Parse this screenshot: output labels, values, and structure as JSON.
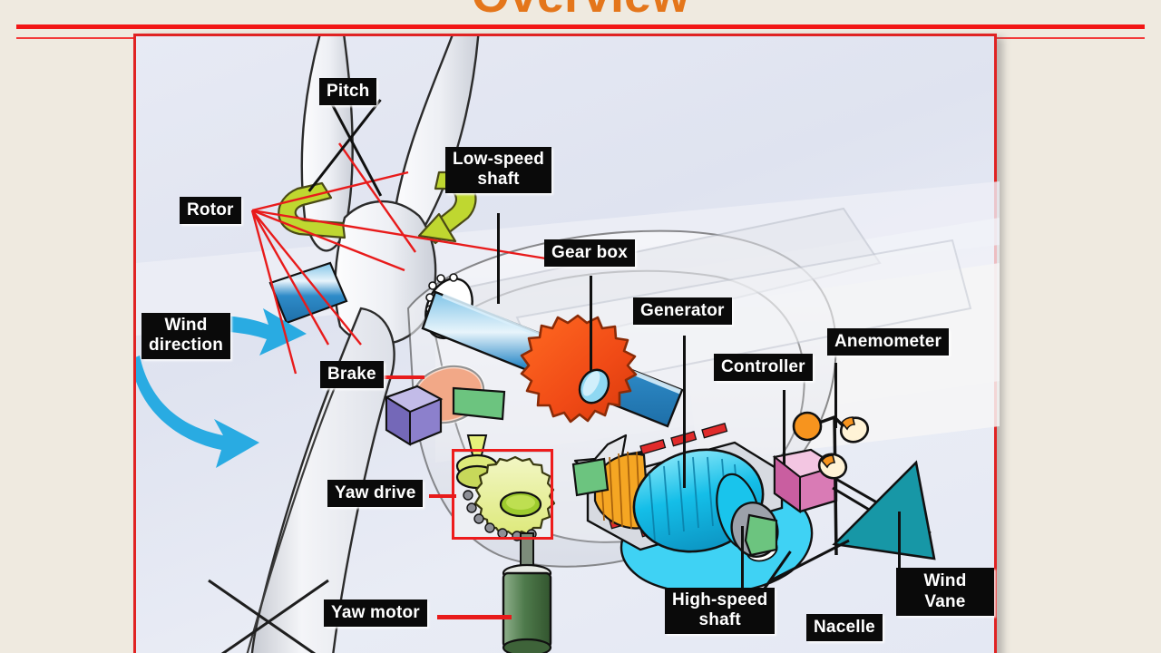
{
  "slide": {
    "title": "Overview",
    "title_color": "#E4761B",
    "background_color": "#EFEAE0",
    "rule_color": "#F21616",
    "frame_border_color": "#E02323"
  },
  "diagram": {
    "subject": "wind-turbine-cutaway",
    "background_color": "#E4E7F2",
    "labels": [
      {
        "id": "pitch",
        "text": "Pitch"
      },
      {
        "id": "rotor",
        "text": "Rotor"
      },
      {
        "id": "low-speed-shaft",
        "text": "Low-speed\nshaft"
      },
      {
        "id": "gear-box",
        "text": "Gear box"
      },
      {
        "id": "generator",
        "text": "Generator"
      },
      {
        "id": "controller",
        "text": "Controller"
      },
      {
        "id": "anemometer",
        "text": "Anemometer"
      },
      {
        "id": "wind-direction",
        "text": "Wind\ndirection"
      },
      {
        "id": "brake",
        "text": "Brake"
      },
      {
        "id": "yaw-drive",
        "text": "Yaw drive"
      },
      {
        "id": "yaw-motor",
        "text": "Yaw motor"
      },
      {
        "id": "high-speed-shaft",
        "text": "High-speed\nshaft"
      },
      {
        "id": "nacelle",
        "text": "Nacelle"
      },
      {
        "id": "wind-vane",
        "text": "Wind Vane"
      }
    ],
    "colors": {
      "label_background": "#0A0A0A",
      "label_text": "#FFFFFF",
      "leader_black": "#101010",
      "leader_red": "#E81B1B",
      "wind_arrow": "#29ABE2",
      "pitch_arrow": "#BFD730",
      "gearbox": "#F04A16",
      "low_speed_shaft": "#2E8BC8",
      "generator_rotor": "#14BEE8",
      "generator_stator": "#F5A623",
      "controller_box": "#D97BB5",
      "brake_box": "#7B6FBE",
      "yaw_gear": "#D9E86B",
      "yaw_motor_body": "#4E7A4B",
      "wind_vane": "#1797A6",
      "anemometer_cup": "#F7941E",
      "nacelle_body": "#EDEDED"
    }
  }
}
